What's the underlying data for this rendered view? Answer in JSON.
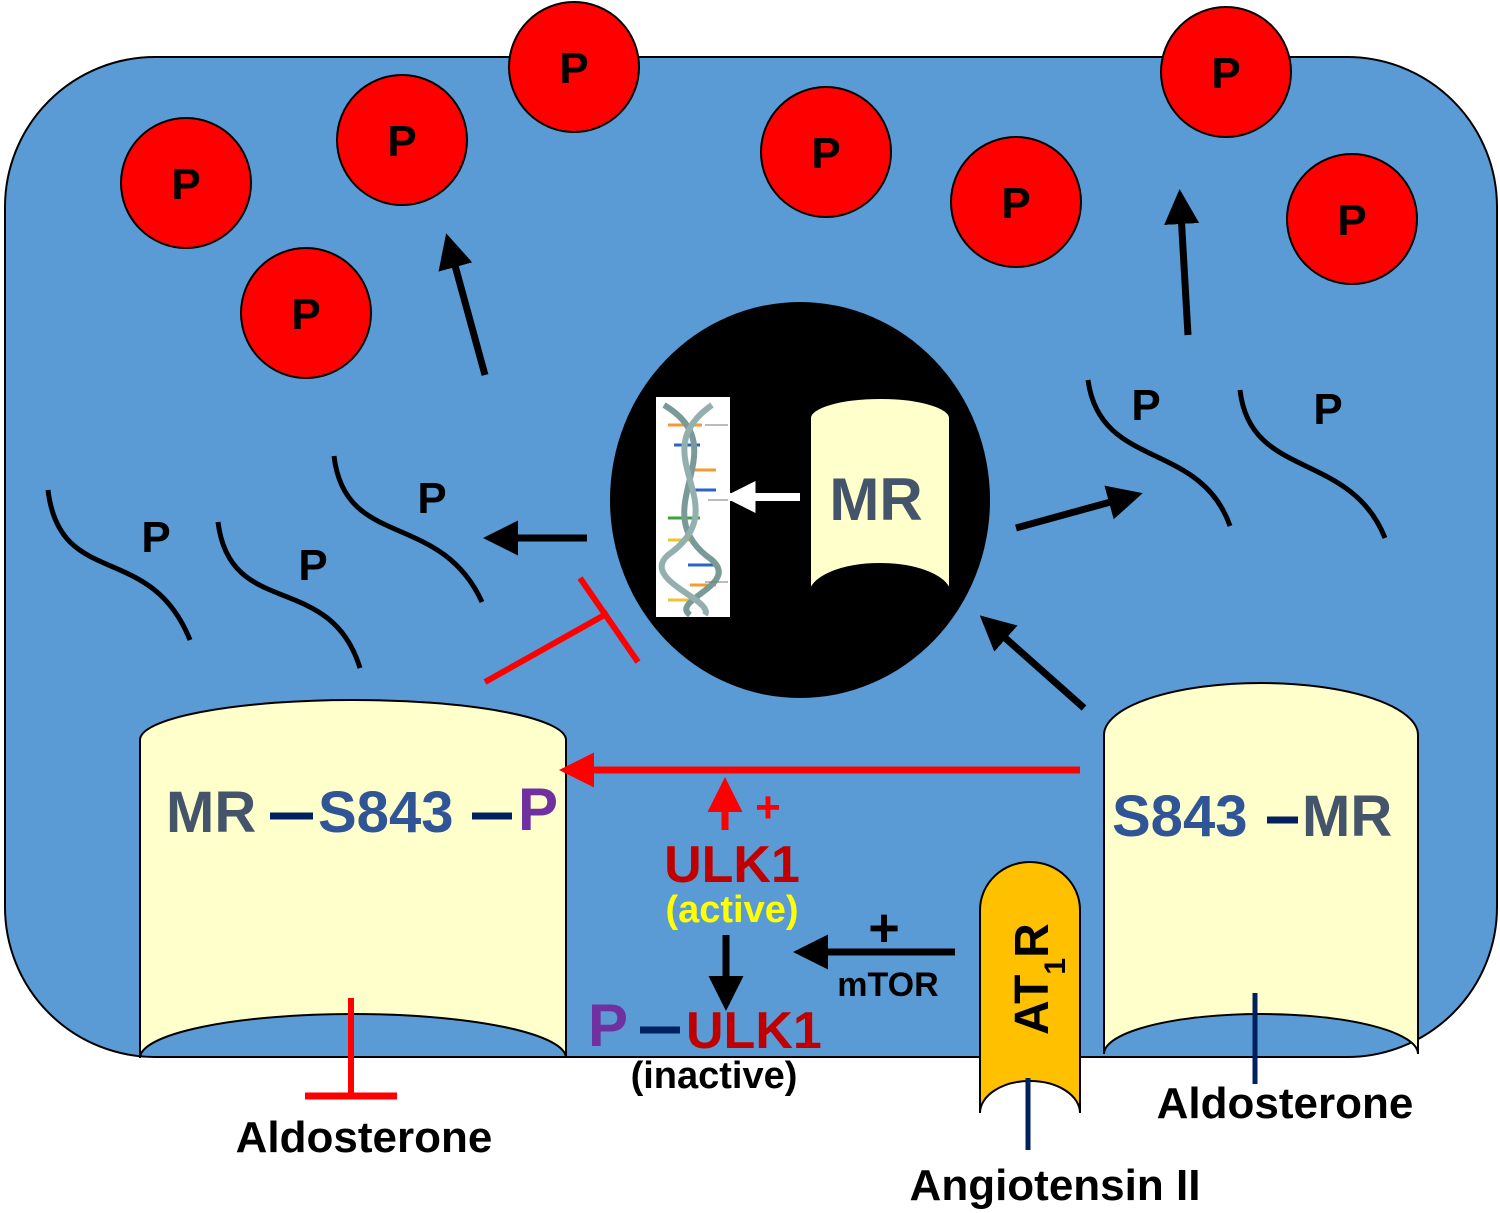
{
  "colors": {
    "cell": "#5b9bd5",
    "protein": "#ff0000",
    "receptor_fill": "#ffffcc",
    "nucleus": "#000000",
    "dark_text": "#44546a",
    "s843_text": "#2f5597",
    "phospho_text": "#7030a0",
    "ulk_text": "#c00000",
    "active_text": "#ffff00",
    "inhibit": "#ff0000",
    "at1r_fill": "#ffc000",
    "ligand_line": "#002060"
  },
  "protein_label": "P",
  "transcript_label": "P",
  "nucleus": {
    "mr_label": "MR"
  },
  "left_receptor": {
    "mr": "MR",
    "s843": "S843",
    "p": "P",
    "ligand": "Aldosterone"
  },
  "right_receptor": {
    "s843": "S843",
    "mr": "MR",
    "ligand": "Aldosterone"
  },
  "ulk": {
    "plus_top": "+",
    "active_name": "ULK1",
    "active_state": "(active)",
    "p": "P",
    "inactive_name": "ULK1",
    "inactive_state": "(inactive)"
  },
  "mtor": {
    "plus": "+",
    "label": "mTOR"
  },
  "at1r": {
    "main": "AT",
    "sub": "1",
    "end": "R",
    "ligand": "Angiotensin II"
  }
}
